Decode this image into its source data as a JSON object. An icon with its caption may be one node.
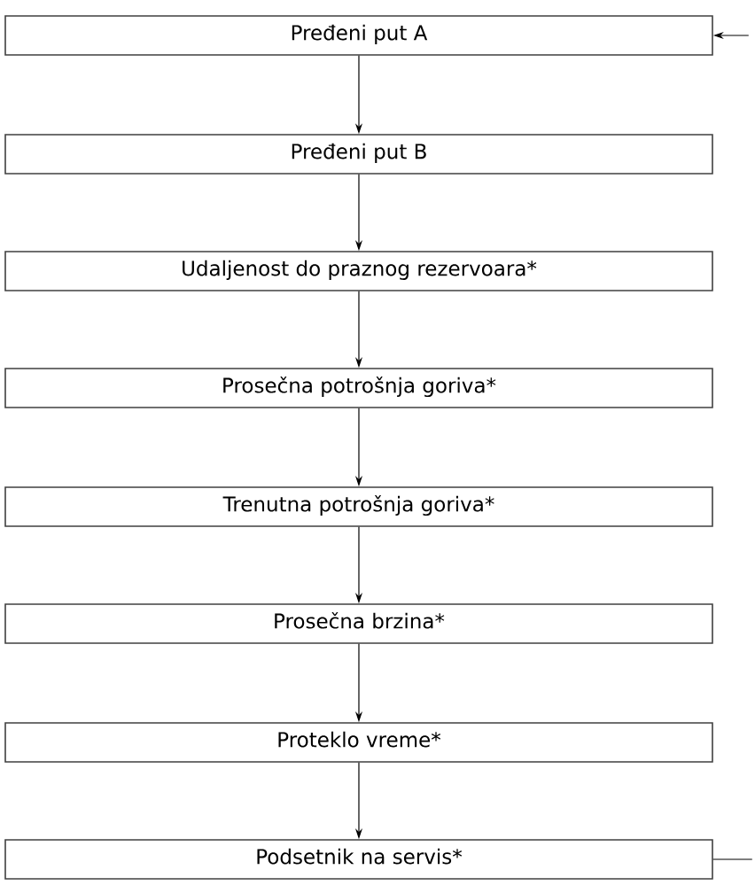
{
  "diagram": {
    "nodes": [
      {
        "text": [
          "Pređeni put A"
        ]
      },
      {
        "text": [
          "Pređeni put  B"
        ]
      },
      {
        "text": [
          "Udaljenost do praznog rezervoara*"
        ]
      },
      {
        "text": [
          "Prosečna potrošnja goriva*"
        ]
      },
      {
        "text": [
          "Trenutna potrošnja goriva*"
        ]
      },
      {
        "text": [
          "Prosečna brzina*"
        ]
      },
      {
        "text": [
          "Proteklo vreme*"
        ]
      },
      {
        "text": [
          "Podsetnik na servis*"
        ]
      }
    ],
    "edges": [
      {
        "from": null,
        "to": 0,
        "arrow": "to"
      },
      {
        "from": 0,
        "to": 1,
        "arrow": "to"
      },
      {
        "from": 1,
        "to": 2,
        "arrow": "to"
      },
      {
        "from": 2,
        "to": 3,
        "arrow": "to"
      },
      {
        "from": 3,
        "to": 4,
        "arrow": "to"
      },
      {
        "from": 4,
        "to": 5,
        "arrow": "to"
      },
      {
        "from": 5,
        "to": 6,
        "arrow": "to"
      },
      {
        "from": 6,
        "to": 7,
        "arrow": "to"
      },
      {
        "from": 7,
        "to": null,
        "arrow": "none"
      }
    ]
  }
}
